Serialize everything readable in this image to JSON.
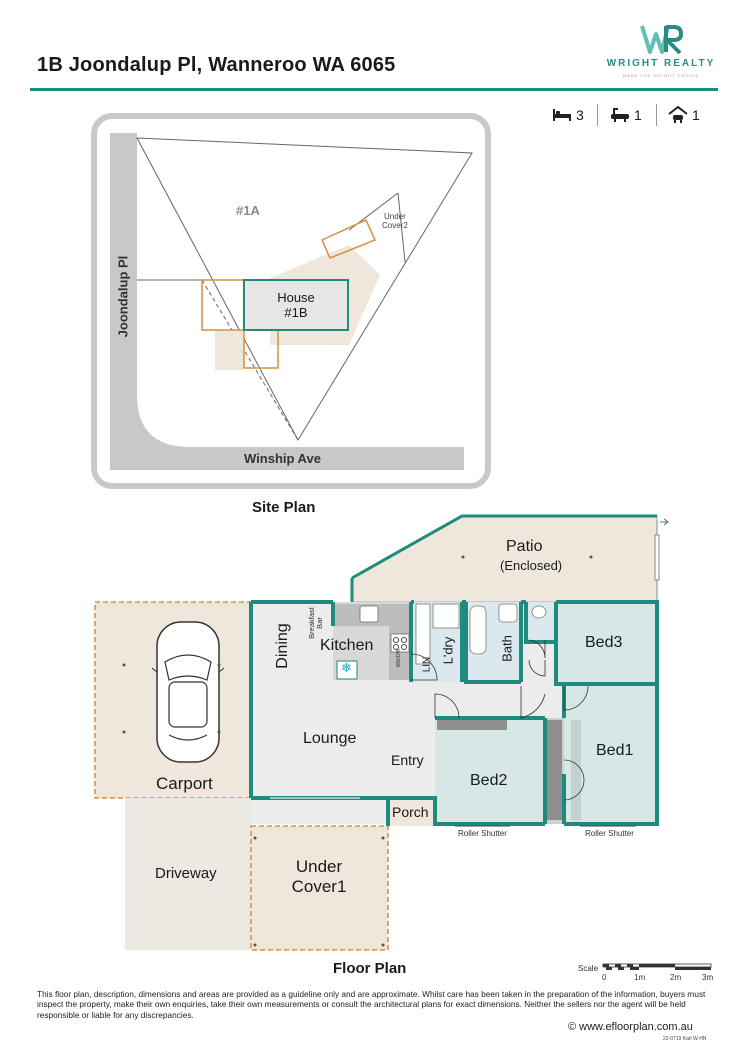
{
  "header": {
    "address": "1B Joondalup Pl, Wanneroo WA 6065",
    "brand_name": "WRIGHT REALTY",
    "brand_tagline": "MAKE THE WRIGHT CHOICE",
    "accent_color": "#1f8a7e"
  },
  "features": {
    "bedrooms": "3",
    "bathrooms": "1",
    "garages": "1",
    "bed_icon": "bed-icon",
    "bath_icon": "bath-icon",
    "car_icon": "garage-icon"
  },
  "site_plan": {
    "caption": "Site Plan",
    "street_left": "Joondalup Pl",
    "street_bottom": "Winship Ave",
    "lot_neighbor": "#1A",
    "house_line1": "House",
    "house_line2": "#1B",
    "under_cover_line1": "Under",
    "under_cover_line2": "Cover2"
  },
  "floor_plan": {
    "caption": "Floor Plan",
    "rooms": {
      "patio": "Patio",
      "patio_sub": "(Enclosed)",
      "bed3": "Bed3",
      "bed1": "Bed1",
      "bed2": "Bed2",
      "kitchen": "Kitchen",
      "dining": "Dining",
      "lounge": "Lounge",
      "entry": "Entry",
      "porch": "Porch",
      "carport": "Carport",
      "driveway": "Driveway",
      "under_cover_1": "Under",
      "under_cover_2": "Cover1",
      "laundry": "L'dry",
      "bath": "Bath",
      "linen": "LIN",
      "breakfast_bar_1": "Breakfast",
      "breakfast_bar_2": "Bar",
      "oven": "WM/DW",
      "roller_shutter_1": "Roller Shutter",
      "roller_shutter_2": "Roller Shutter"
    },
    "scale": {
      "label": "Scale",
      "ticks": [
        "0",
        "1m",
        "2m",
        "3m"
      ]
    }
  },
  "footer": {
    "disclaimer": "This floor plan, description, dimensions and areas are provided as a guideline only and are approximate. Whilst care has been taken in the preparation of the information, buyers must inspect the property, make their own enquiries, take their own measurements or consult the architectural plans for exact dimensions. Neither the sellers nor the agent will be held responsible or liable for any discrepancies.",
    "copyright": "© www.efloorplan.com.au",
    "plan_code": "22-0719 Karl W-HN"
  }
}
